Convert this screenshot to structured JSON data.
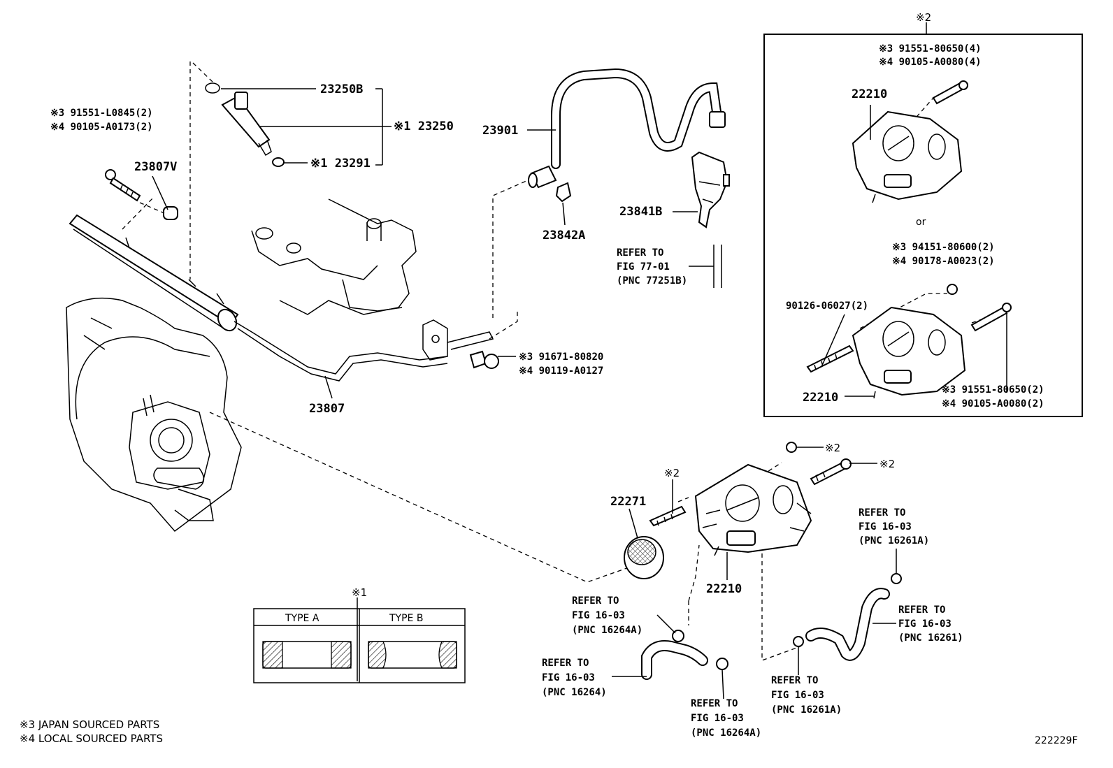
{
  "labels": {
    "p23250B": "23250B",
    "p23250": "※1 23250",
    "p23291": "※1 23291",
    "bolt_a_3": "※3 91551-L0845(2)",
    "bolt_a_4": "※4 90105-A0173(2)",
    "p23807V": "23807V",
    "p23901": "23901",
    "p23842A": "23842A",
    "p23841B": "23841B",
    "ref77_1": "REFER TO",
    "ref77_2": "FIG 77-01",
    "ref77_3": "(PNC 77251B)",
    "bolt_b_3": "※3 91671-80820",
    "bolt_b_4": "※4 90119-A0127",
    "p23807": "23807",
    "box_mark": "※2",
    "box_top_3": "※3 91551-80650(4)",
    "box_top_4": "※4 90105-A0080(4)",
    "box_p22210_a": "22210",
    "box_or": "or",
    "box_mid_3": "※3 94151-80600(2)",
    "box_mid_4": "※4 90178-A0023(2)",
    "box_stud": "90126-06027(2)",
    "box_p22210_b": "22210",
    "box_bot_3": "※3 91551-80650(2)",
    "box_bot_4": "※4 90105-A0080(2)",
    "nut_mark": "※2",
    "bolt_mark": "※2",
    "stud_mark": "※2",
    "p22271": "22271",
    "p22210": "22210",
    "r1_1": "REFER TO",
    "r1_2": "FIG 16-03",
    "r1_3": "(PNC 16261A)",
    "r2_1": "REFER TO",
    "r2_2": "FIG 16-03",
    "r2_3": "(PNC 16261)",
    "r3_1": "REFER TO",
    "r3_2": "FIG 16-03",
    "r3_3": "(PNC 16264A)",
    "r4_1": "REFER TO",
    "r4_2": "FIG 16-03",
    "r4_3": "(PNC 16264)",
    "r5_1": "REFER TO",
    "r5_2": "FIG 16-03",
    "r5_3": "(PNC 16264A)",
    "r6_1": "REFER TO",
    "r6_2": "FIG 16-03",
    "r6_3": "(PNC 16261A)",
    "type_mark": "※1",
    "type_a": "TYPE A",
    "type_b": "TYPE B",
    "legend_3": "※3 JAPAN SOURCED PARTS",
    "legend_4": "※4 LOCAL SOURCED PARTS",
    "fig_code": "222229F"
  }
}
